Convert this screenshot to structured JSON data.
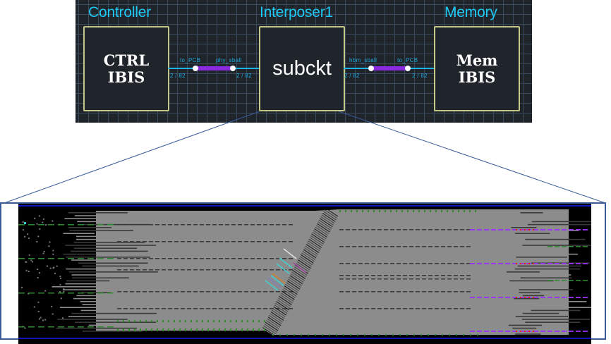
{
  "schematic": {
    "blocks": [
      {
        "id": "controller",
        "title": "Controller",
        "label_lines": [
          "CTRL",
          "IBIS"
        ],
        "style": "bold"
      },
      {
        "id": "interposer",
        "title": "Interposer1",
        "label_lines": [
          "subckt"
        ],
        "style": "regular"
      },
      {
        "id": "memory",
        "title": "Memory",
        "label_lines": [
          "Mem",
          "IBIS"
        ],
        "style": "bold"
      }
    ],
    "connections": [
      {
        "from_pin": "to_PCB",
        "to_pin": "phy_sball",
        "from_count": "2 / 82",
        "to_count": "2 / 82"
      },
      {
        "from_pin": "hbm_sball",
        "to_pin": "to_PCB",
        "from_count": "2 / 82",
        "to_count": "2 / 82"
      }
    ],
    "colors": {
      "background": "#1f242b",
      "grid": "#3a4a5a",
      "title": "#1ec8f5",
      "block_border": "#c4c98a",
      "wire": "#20b4e6",
      "bus": "#8a2be2",
      "pin": "#ffffff"
    }
  },
  "zoom_callout": {
    "source": "interposer",
    "color": "#3a5a9a"
  },
  "layout_view": {
    "description": "Interposer routing layout (zoomed detail of subckt)",
    "colors": {
      "background": "#000000",
      "metal": "#8c8c8c",
      "dark_trace": "#3a3a3a",
      "ground_dashes": "#2e8b2e",
      "signal_purple": "#9b30ff",
      "signal_red": "#e02020",
      "frame_blue": "#1010c0",
      "highlight_cyan": "#40d0d0",
      "highlight_orange": "#d08030",
      "highlight_white": "#e0e0e0",
      "highlight_magenta": "#a040a0",
      "highlight_lavender": "#8080c0"
    }
  }
}
